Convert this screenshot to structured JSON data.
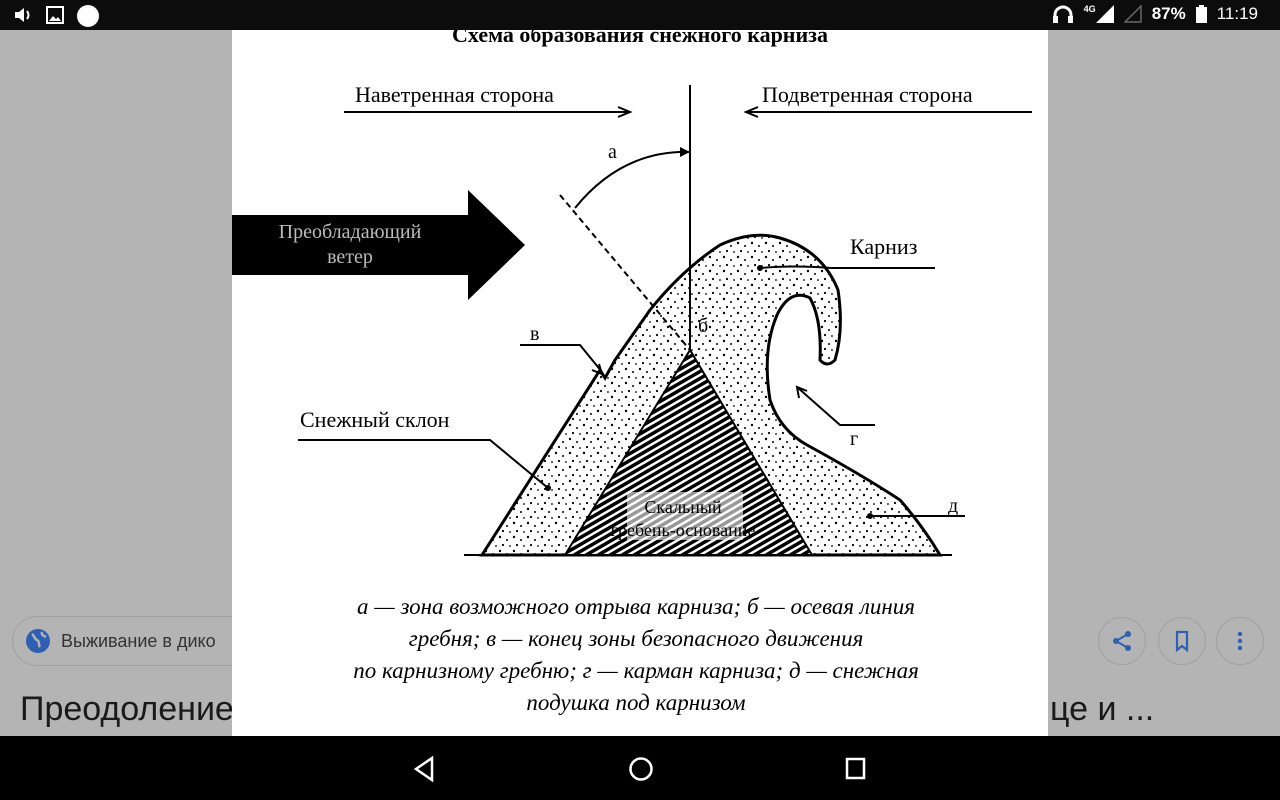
{
  "status_bar": {
    "network": "4G",
    "battery": "87%",
    "time": "11:19"
  },
  "result": {
    "source": "Выживание в дико",
    "title_left": "Преодоление",
    "title_right": "це и ..."
  },
  "actions": {
    "share": "share-icon",
    "save": "bookmark-icon",
    "more": "more-vert-icon"
  },
  "diagram": {
    "title": "Схема образования снежного карниза",
    "windward": "Наветренная сторона",
    "leeward": "Подветренная сторона",
    "wind_line1": "Преобладающий",
    "wind_line2": "ветер",
    "label_a": "а",
    "label_b": "б",
    "label_v": "в",
    "label_g": "г",
    "label_d": "д",
    "cornice": "Карниз",
    "slope": "Снежный склон",
    "rock_line1": "Скальный",
    "rock_line2": "гребень-основание",
    "caption": [
      "а — зона возможного отрыва карниза; б — осевая линия",
      "гребня; в — конец зоны безопасного движения",
      "по карнизному гребню; г — карман карниза; д — снежная",
      "подушка под карнизом"
    ]
  }
}
